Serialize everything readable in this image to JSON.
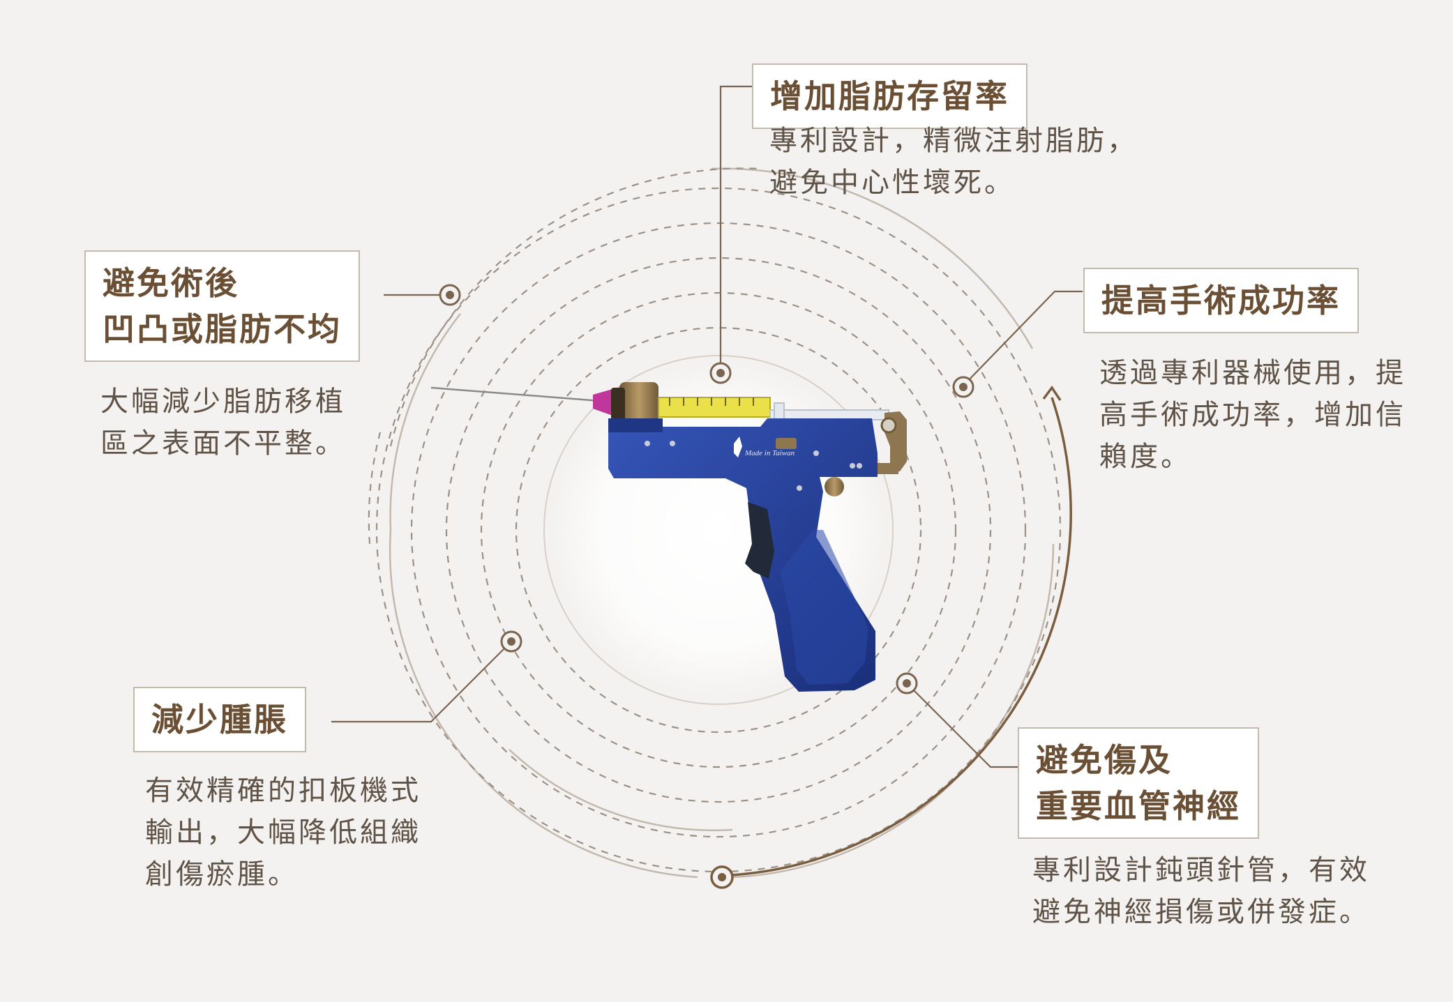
{
  "features": [
    {
      "id": "fat-retention",
      "title": [
        "增加脂肪存留率"
      ],
      "desc": [
        "專利設計，精微注射脂肪，",
        "避免中心性壞死。"
      ]
    },
    {
      "id": "avoid-unevenness",
      "title": [
        "避免術後",
        "凹凸或脂肪不均"
      ],
      "desc": [
        "大幅減少脂肪移植",
        "區之表面不平整。"
      ]
    },
    {
      "id": "success-rate",
      "title": [
        "提高手術成功率"
      ],
      "desc": [
        "透過專利器械使用，提",
        "高手術成功率，增加信",
        "賴度。"
      ]
    },
    {
      "id": "reduce-swelling",
      "title": [
        "減少腫脹"
      ],
      "desc": [
        "有效精確的扣板機式",
        "輸出，大幅降低組織",
        "創傷瘀腫。"
      ]
    },
    {
      "id": "avoid-nerve-injury",
      "title": [
        "避免傷及",
        "重要血管神經"
      ],
      "desc": [
        "專利設計鈍頭針管，有效",
        "避免神經損傷或併發症。"
      ]
    }
  ],
  "device": {
    "engraving": "Made in Taiwan",
    "color": "#243f9a"
  },
  "colors": {
    "accent": "#6b4f34",
    "ring": "#b8ada2",
    "background": "#f4f2f0"
  }
}
